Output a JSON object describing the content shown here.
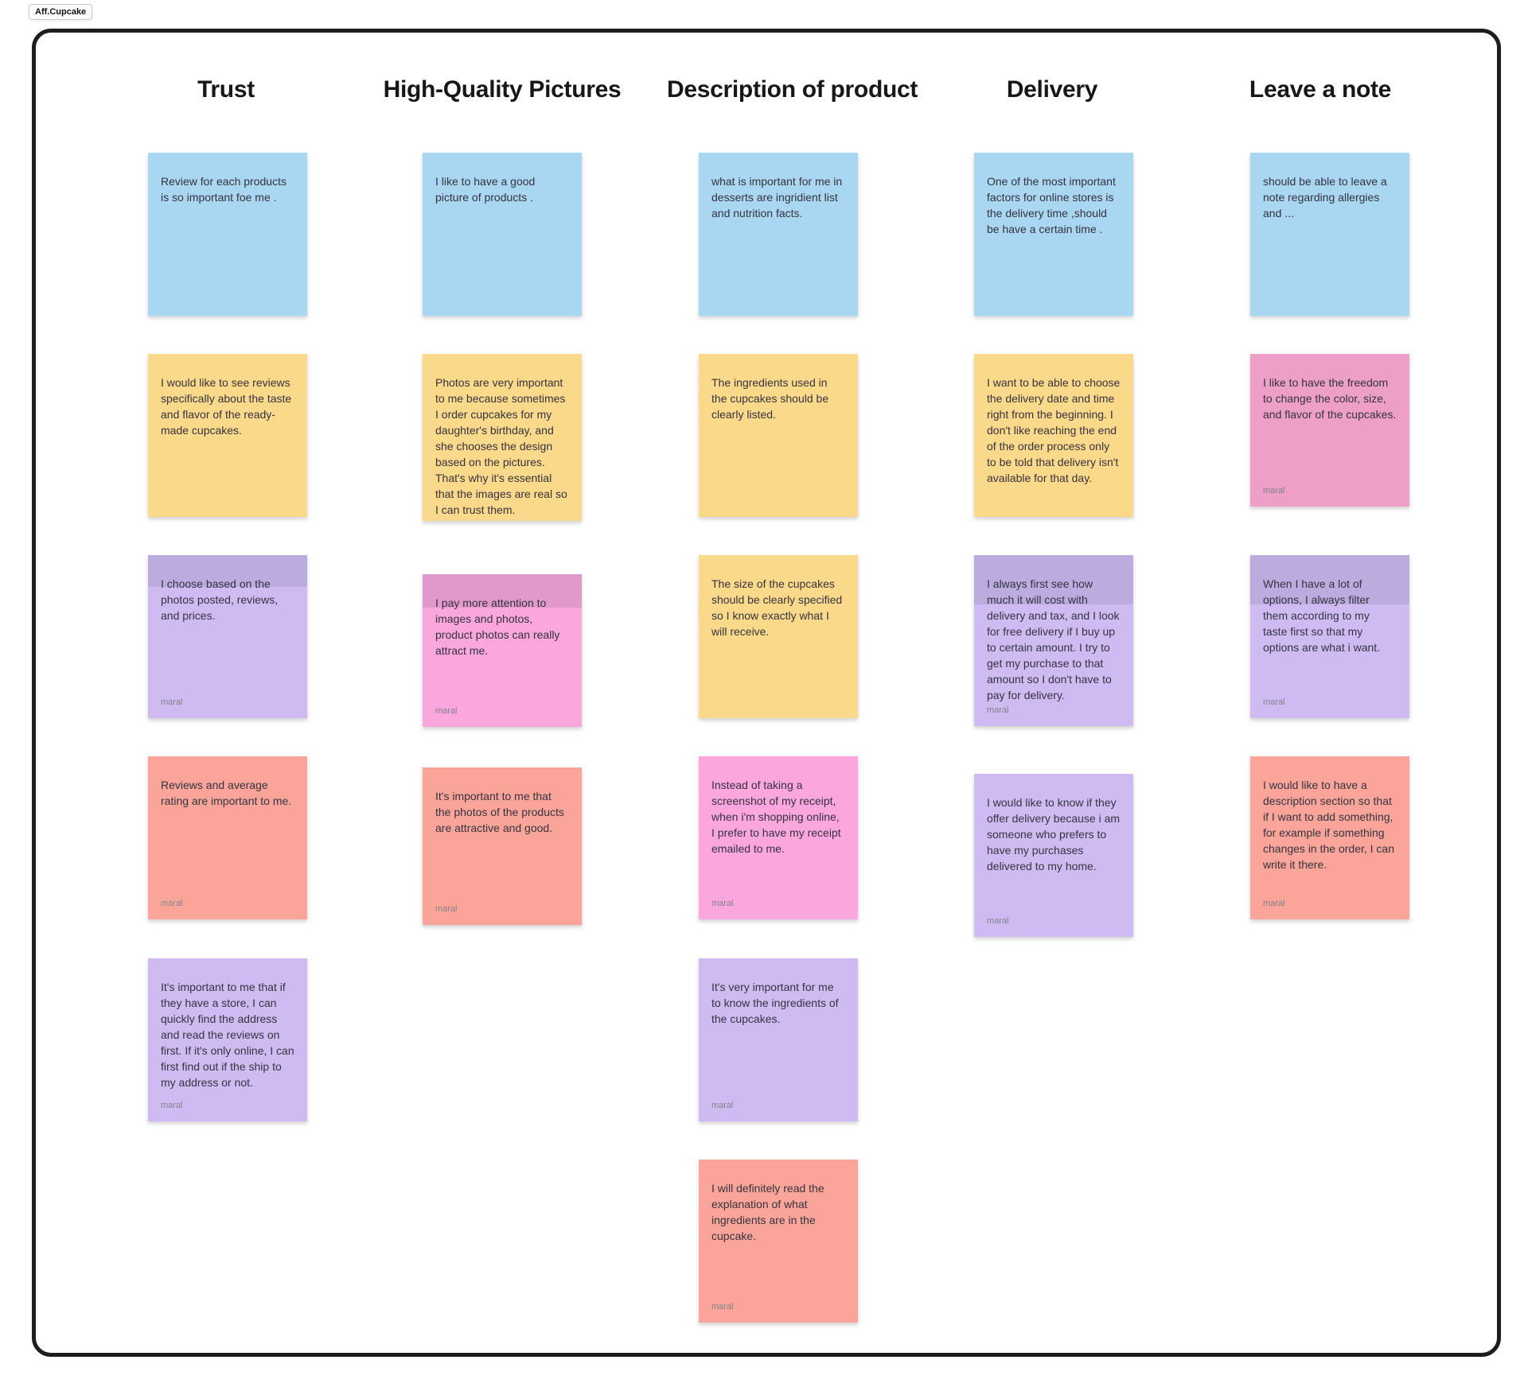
{
  "file_tab": {
    "label": "Aff.Cupcake"
  },
  "colors": {
    "note_blue": "#a9d6f1",
    "note_yellow": "#fbd98a",
    "note_purple": "#cfbbf2",
    "note_pink": "#fba6dd",
    "note_rose": "#ee9fc8",
    "note_salmon": "#fba59a",
    "board_border": "#1d1d1d",
    "note_text": "#34333f",
    "author_text": "#82828a"
  },
  "columns": [
    {
      "title": "Trust",
      "notes": [
        {
          "text": "Review for each products is so important foe me .",
          "color": "blue",
          "author": ""
        },
        {
          "text": "I would like to see reviews specifically about the taste and flavor of the ready-made cupcakes.",
          "color": "yellow",
          "author": ""
        },
        {
          "text": "I choose based on the photos posted, reviews, and prices.",
          "color": "purple",
          "author": "maral"
        },
        {
          "text": "Reviews and average rating are important to me.",
          "color": "salmon",
          "author": "maral"
        },
        {
          "text": "It's important to me that if they have a store, I can quickly find the address and read the reviews on first. If it's only online, I can first find out if the ship to my address or not.",
          "color": "purple",
          "author": "maral"
        }
      ]
    },
    {
      "title": "High-Quality Pictures",
      "notes": [
        {
          "text": "I like to have a good picture of products .",
          "color": "blue",
          "author": ""
        },
        {
          "text": "Photos are very important to me because sometimes I order cupcakes for my daughter's birthday, and she chooses the design based on the pictures. That's why it's essential that the images are real so I can trust them.",
          "color": "yellow",
          "author": ""
        },
        {
          "text": "I pay more attention to images and photos, product photos can really attract me.",
          "color": "pink",
          "author": "maral"
        },
        {
          "text": "It's important to me that the photos of the products are attractive and good.",
          "color": "salmon",
          "author": "maral"
        }
      ]
    },
    {
      "title": "Description of product",
      "notes": [
        {
          "text": "what is important for me in desserts are ingridient list and nutrition facts.",
          "color": "blue",
          "author": ""
        },
        {
          "text": "The ingredients used in the cupcakes should be clearly listed.",
          "color": "yellow",
          "author": ""
        },
        {
          "text": "The size of the cupcakes should be clearly specified so I know exactly what I will receive.",
          "color": "yellow",
          "author": ""
        },
        {
          "text": "Instead of taking a screenshot of my receipt, when i'm shopping online, I prefer to have my receipt emailed to me.",
          "color": "pink",
          "author": "maral"
        },
        {
          "text": "It's very important for me to know the ingredients of the cupcakes.",
          "color": "purple",
          "author": "maral"
        },
        {
          "text": "I will definitely read the explanation of what ingredients are in the cupcake.",
          "color": "salmon",
          "author": "maral"
        }
      ]
    },
    {
      "title": "Delivery",
      "notes": [
        {
          "text": "One of the most important factors for online stores is the delivery time ,should be have a certain time .",
          "color": "blue",
          "author": ""
        },
        {
          "text": "I want to be able to choose the delivery date and time right from the beginning. I don't like reaching the end of the order process only to be told that delivery isn't available for that day.",
          "color": "yellow",
          "author": ""
        },
        {
          "text": "I always first see how much it will cost with delivery and tax, and I look for free delivery if I buy up to certain amount. I try to get my purchase to that amount so I don't have to pay for delivery.",
          "color": "purple",
          "author": "maral"
        },
        {
          "text": "I would like to know if they offer delivery because i am someone who prefers to have my purchases delivered to my home.",
          "color": "purple",
          "author": "maral"
        }
      ]
    },
    {
      "title": "Leave a note",
      "notes": [
        {
          "text": "should be able to leave a note regarding allergies and ...",
          "color": "blue",
          "author": ""
        },
        {
          "text": "I like to have the freedom to change the color, size, and flavor of the cupcakes.",
          "color": "rose",
          "author": "maral"
        },
        {
          "text": "When I have a lot of options, I always filter them according to my taste first so that my options are what i want.",
          "color": "purple",
          "author": "maral"
        },
        {
          "text": "I would like to have a description section so that if I want to add something, for example if something changes in the order, I can write it there.",
          "color": "salmon",
          "author": "maral"
        }
      ]
    }
  ]
}
